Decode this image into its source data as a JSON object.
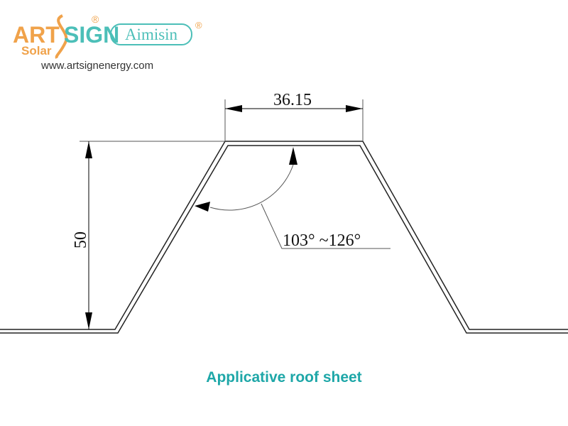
{
  "logo": {
    "brand1_art": "ART",
    "brand1_sign": "SIGN",
    "brand1_sub": "Solar",
    "brand2": "Aimisin",
    "registered": "®",
    "website": "www.artsignenergy.com"
  },
  "drawing": {
    "top_width": "36.15",
    "height": "50",
    "angle_range": "103° ~126°"
  },
  "caption": "Applicative roof sheet",
  "colors": {
    "teal": "#4cbfb8",
    "orange": "#f0a24a",
    "caption": "#1ea7a8"
  }
}
